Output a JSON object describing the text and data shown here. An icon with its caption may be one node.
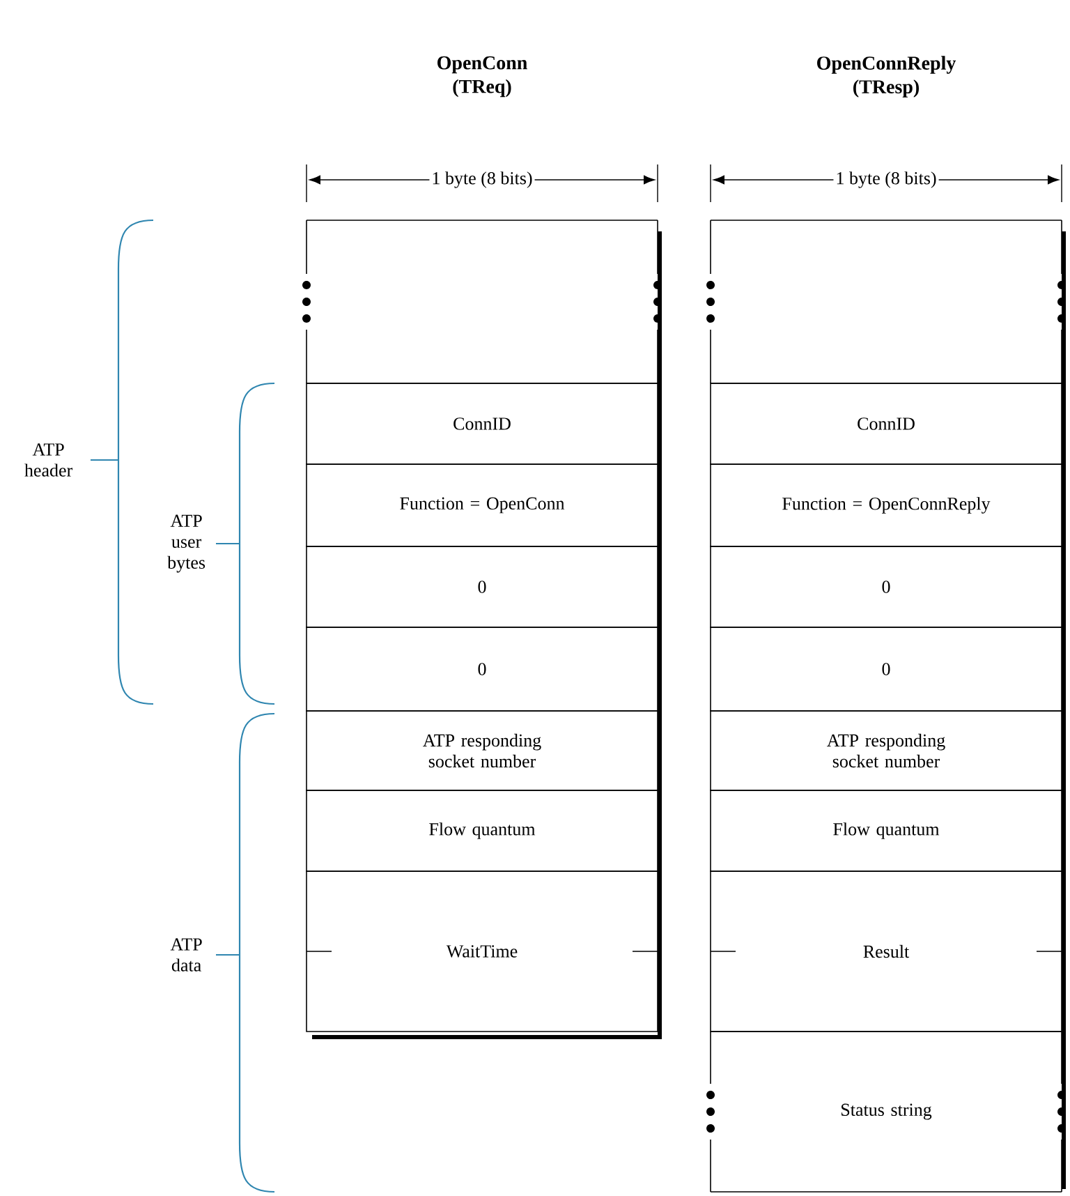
{
  "diagram": {
    "nodes": [
      {
        "text": [],
        "shape": "box"
      },
      {
        "text": [
          "ConnID"
        ]
      },
      {
        "text": [
          "Function = OpenConn"
        ]
      },
      {
        "text": [
          "0"
        ]
      },
      {
        "text": [
          "0"
        ]
      },
      {
        "text": [
          "ATP responding socket number"
        ]
      },
      {
        "text": [
          "Flow quantum"
        ]
      },
      {
        "text": [
          "WaitTime"
        ]
      },
      {
        "text": [],
        "shape": "box"
      },
      {
        "text": [
          "ConnID"
        ]
      },
      {
        "text": [
          "Function = OpenConnReply"
        ]
      },
      {
        "text": [
          "0"
        ]
      },
      {
        "text": [
          "0"
        ]
      },
      {
        "text": [
          "ATP responding socket number"
        ]
      },
      {
        "text": [
          "Flow quantum"
        ]
      },
      {
        "text": [
          "Result"
        ]
      },
      {
        "text": [
          "Status string"
        ]
      }
    ],
    "labels": [
      "OpenConn (TReq)",
      "OpenConnReply (TResp)",
      "1 byte (8 bits)",
      "1 byte (8 bits)",
      "ATP header",
      "ATP user bytes",
      "ATP data"
    ]
  }
}
